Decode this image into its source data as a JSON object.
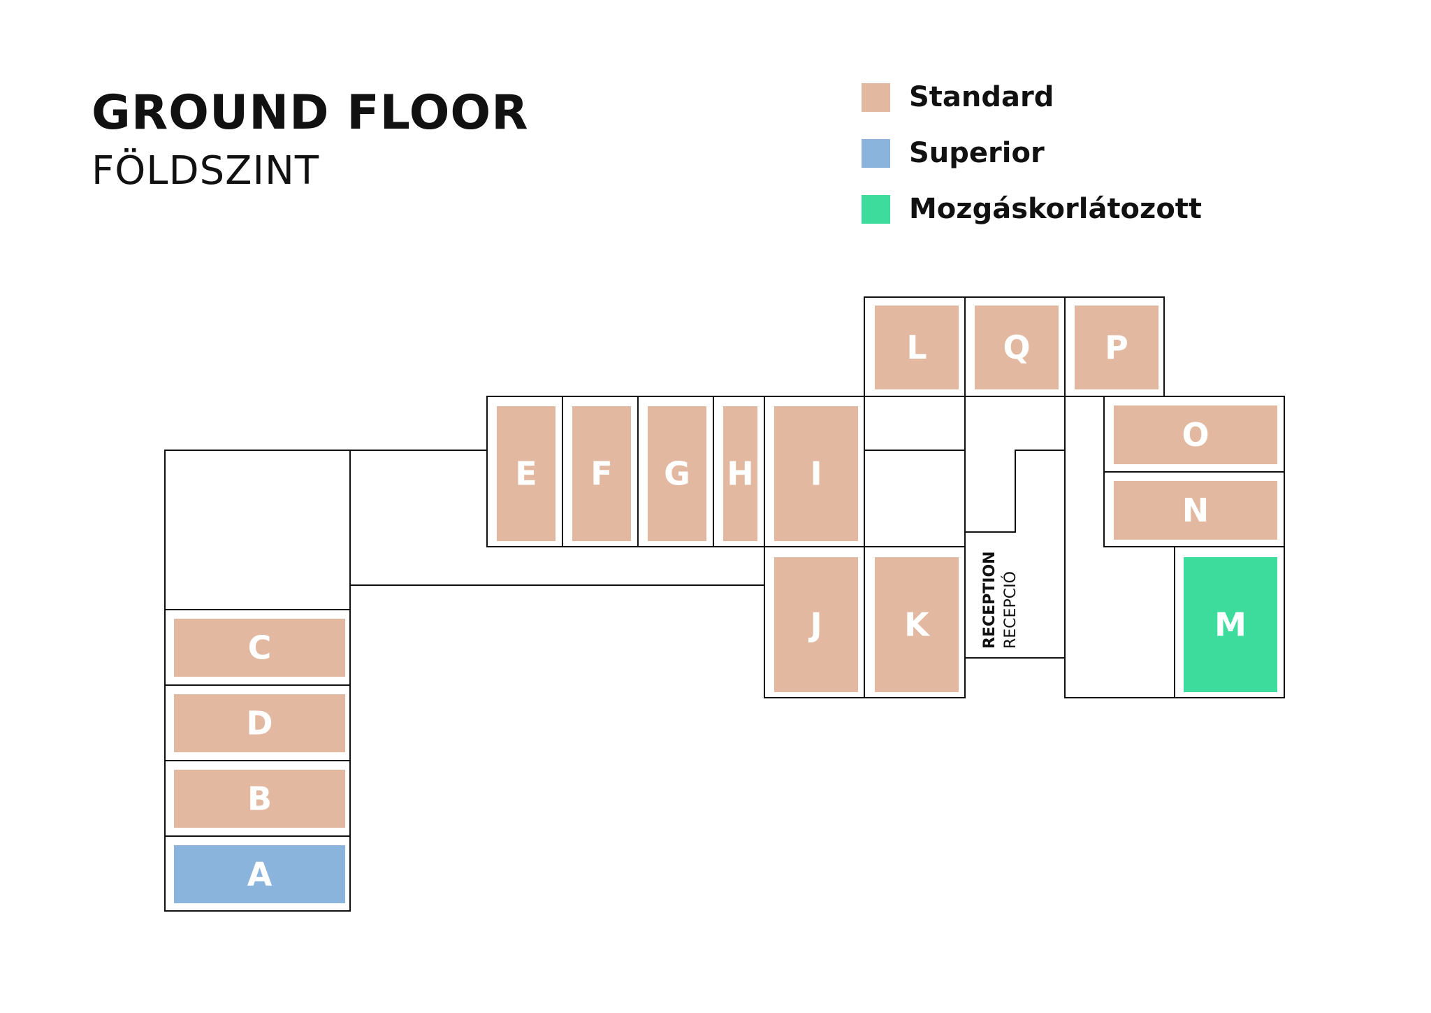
{
  "title": "GROUND FLOOR",
  "subtitle": "FÖLDSZINT",
  "legend": [
    {
      "label": "Standard",
      "color": "#e2b8a0"
    },
    {
      "label": "Superior",
      "color": "#8ab4dc"
    },
    {
      "label": "Mozgáskorlátozott",
      "color": "#3ddc9d"
    }
  ],
  "rooms": [
    {
      "id": "A",
      "type": "Superior"
    },
    {
      "id": "B",
      "type": "Standard"
    },
    {
      "id": "C",
      "type": "Standard"
    },
    {
      "id": "D",
      "type": "Standard"
    },
    {
      "id": "E",
      "type": "Standard"
    },
    {
      "id": "F",
      "type": "Standard"
    },
    {
      "id": "G",
      "type": "Standard"
    },
    {
      "id": "H",
      "type": "Standard"
    },
    {
      "id": "I",
      "type": "Standard"
    },
    {
      "id": "J",
      "type": "Standard"
    },
    {
      "id": "K",
      "type": "Standard"
    },
    {
      "id": "L",
      "type": "Standard"
    },
    {
      "id": "M",
      "type": "Mozgáskorlátozott"
    },
    {
      "id": "N",
      "type": "Standard"
    },
    {
      "id": "O",
      "type": "Standard"
    },
    {
      "id": "P",
      "type": "Standard"
    },
    {
      "id": "Q",
      "type": "Standard"
    }
  ],
  "reception": {
    "title": "RECEPTION",
    "subtitle": "RECEPCIÓ"
  }
}
